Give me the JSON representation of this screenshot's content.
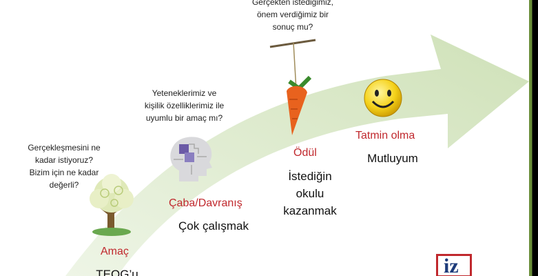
{
  "stages": [
    {
      "id": "amac",
      "title": "Amaç",
      "desc": "TEOG’u",
      "question": "Gerçekleşmesini ne\nkadar istiyoruz?\nBizim için ne kadar\ndeğerli?"
    },
    {
      "id": "caba",
      "title": "Çaba/Davranış",
      "desc": "Çok çalışmak",
      "question": "Yeteneklerimiz ve\nkişilik özelliklerimiz ile\nuyumlu bir amaç mı?"
    },
    {
      "id": "odul",
      "title": "Ödül",
      "desc": "İstediğin\nokulu\nkazanmak",
      "question": "Gerçekten istediğimiz,\nönem verdiğimiz bir\nsonuç mu?"
    },
    {
      "id": "tatmin",
      "title": "Tatmin olma",
      "desc": "Mutluyum",
      "question": ""
    }
  ],
  "logo_text": "iz",
  "icons": [
    "tree-icon",
    "puzzle-head-icon",
    "carrot-on-stick-icon",
    "smiley-icon"
  ],
  "colors": {
    "arrow": "#d6e5c2",
    "title_red": "#c0282d",
    "text": "#111111",
    "logo": "#c0282d"
  }
}
